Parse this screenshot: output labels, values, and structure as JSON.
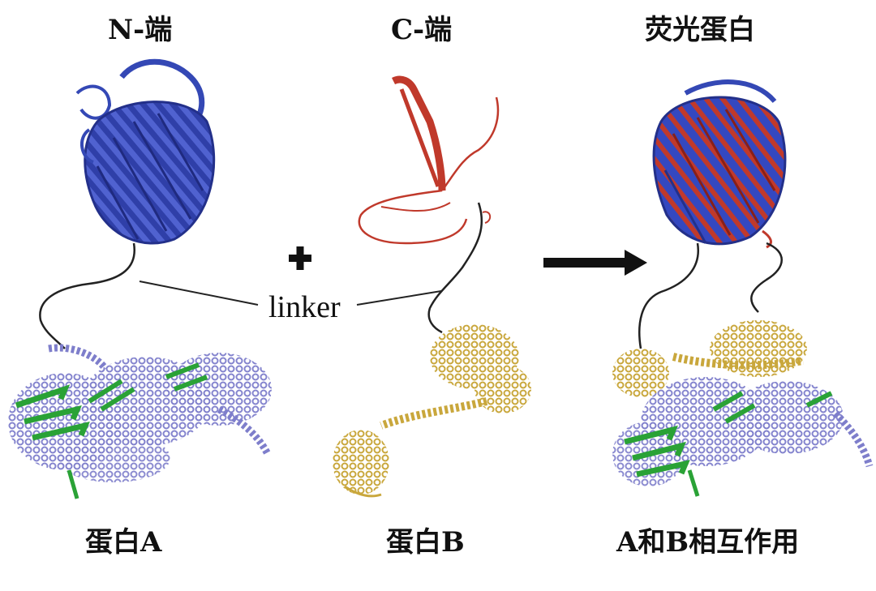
{
  "labels": {
    "n_term": "N-端",
    "c_term": "C-端",
    "fluor": "荧光蛋白",
    "linker": "linker",
    "protein_a": "蛋白A",
    "protein_b": "蛋白B",
    "interaction": "A和B相互作用"
  },
  "symbols": {
    "plus": "plus-icon",
    "arrow": "arrow-right-icon"
  },
  "colors": {
    "n_fragment": "#3448b5",
    "c_fragment": "#c0392b",
    "protein_a_helix": "#8f8fd6",
    "protein_a_sheet": "#2aa236",
    "protein_b": "#c9a73c",
    "linker": "#222222"
  }
}
